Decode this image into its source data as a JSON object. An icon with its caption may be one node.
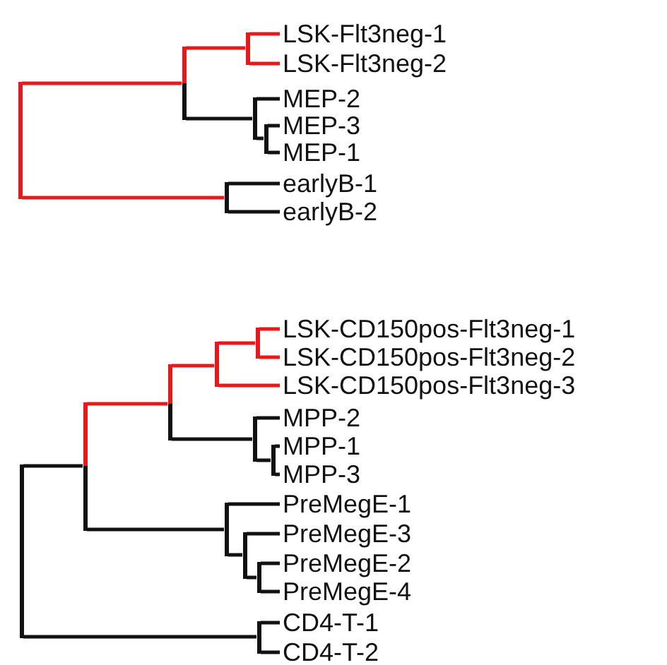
{
  "diagram": {
    "nodes": [
      {
        "text": [],
        "shape": "bar"
      },
      {
        "text": [],
        "shape": "bar"
      },
      {
        "text": [],
        "shape": "bar"
      },
      {
        "text": [
          "LSK-Flt3neg-1"
        ]
      },
      {
        "text": [
          "LSK-Flt3neg-2"
        ]
      },
      {
        "text": [],
        "shape": "bar"
      },
      {
        "text": [
          "MEP-2"
        ]
      },
      {
        "text": [],
        "shape": "bar"
      },
      {
        "text": [
          "MEP-3"
        ]
      },
      {
        "text": [
          "MEP-1"
        ]
      },
      {
        "text": [],
        "shape": "bar"
      },
      {
        "text": [
          "earlyB-1"
        ]
      },
      {
        "text": [
          "earlyB-2"
        ]
      },
      {
        "text": [],
        "shape": "bar"
      },
      {
        "text": [],
        "shape": "bar"
      },
      {
        "text": [],
        "shape": "bar"
      },
      {
        "text": [],
        "shape": "bar"
      },
      {
        "text": [],
        "shape": "bar"
      },
      {
        "text": [
          "LSK-CD150pos-Flt3neg-1"
        ]
      },
      {
        "text": [
          "LSK-CD150pos-Flt3neg-2"
        ]
      },
      {
        "text": [
          "LSK-CD150pos-Flt3neg-3"
        ]
      },
      {
        "text": [],
        "shape": "bar"
      },
      {
        "text": [
          "MPP-2"
        ]
      },
      {
        "text": [],
        "shape": "bar"
      },
      {
        "text": [
          "MPP-1"
        ]
      },
      {
        "text": [
          "MPP-3"
        ]
      },
      {
        "text": [],
        "shape": "bar"
      },
      {
        "text": [
          "PreMegE-1"
        ]
      },
      {
        "text": [],
        "shape": "bar"
      },
      {
        "text": [
          "PreMegE-3"
        ]
      },
      {
        "text": [],
        "shape": "bar"
      },
      {
        "text": [
          "PreMegE-2"
        ]
      },
      {
        "text": [
          "PreMegE-4"
        ]
      },
      {
        "text": [],
        "shape": "bar"
      },
      {
        "text": [
          "CD4-T-1"
        ]
      },
      {
        "text": [
          "CD4-T-2"
        ]
      }
    ],
    "edges": [
      {
        "from": 0,
        "to": 1,
        "arrow": "none",
        "color": "#e41a1c"
      },
      {
        "from": 0,
        "to": 10,
        "arrow": "none",
        "color": "#e41a1c"
      },
      {
        "from": 1,
        "to": 2,
        "arrow": "none",
        "color": "#e41a1c"
      },
      {
        "from": 2,
        "to": 3,
        "arrow": "none",
        "color": "#e41a1c"
      },
      {
        "from": 2,
        "to": 4,
        "arrow": "none",
        "color": "#e41a1c"
      },
      {
        "from": 1,
        "to": 5,
        "arrow": "none"
      },
      {
        "from": 5,
        "to": 6,
        "arrow": "none"
      },
      {
        "from": 5,
        "to": 7,
        "arrow": "none"
      },
      {
        "from": 7,
        "to": 8,
        "arrow": "none"
      },
      {
        "from": 7,
        "to": 9,
        "arrow": "none"
      },
      {
        "from": 10,
        "to": 11,
        "arrow": "none"
      },
      {
        "from": 10,
        "to": 12,
        "arrow": "none"
      },
      {
        "from": 13,
        "to": 14,
        "arrow": "none"
      },
      {
        "from": 13,
        "to": 33,
        "arrow": "none"
      },
      {
        "from": 14,
        "to": 15,
        "arrow": "none",
        "color": "#e41a1c"
      },
      {
        "from": 15,
        "to": 16,
        "arrow": "none",
        "color": "#e41a1c"
      },
      {
        "from": 16,
        "to": 17,
        "arrow": "none",
        "color": "#e41a1c"
      },
      {
        "from": 17,
        "to": 18,
        "arrow": "none",
        "color": "#e41a1c"
      },
      {
        "from": 17,
        "to": 19,
        "arrow": "none",
        "color": "#e41a1c"
      },
      {
        "from": 16,
        "to": 20,
        "arrow": "none",
        "color": "#e41a1c"
      },
      {
        "from": 15,
        "to": 21,
        "arrow": "none"
      },
      {
        "from": 21,
        "to": 22,
        "arrow": "none"
      },
      {
        "from": 21,
        "to": 23,
        "arrow": "none"
      },
      {
        "from": 23,
        "to": 24,
        "arrow": "none"
      },
      {
        "from": 23,
        "to": 25,
        "arrow": "none"
      },
      {
        "from": 14,
        "to": 26,
        "arrow": "none"
      },
      {
        "from": 26,
        "to": 27,
        "arrow": "none"
      },
      {
        "from": 26,
        "to": 28,
        "arrow": "none"
      },
      {
        "from": 28,
        "to": 29,
        "arrow": "none"
      },
      {
        "from": 28,
        "to": 30,
        "arrow": "none"
      },
      {
        "from": 30,
        "to": 31,
        "arrow": "none"
      },
      {
        "from": 30,
        "to": 32,
        "arrow": "none"
      },
      {
        "from": 33,
        "to": 34,
        "arrow": "none"
      },
      {
        "from": 33,
        "to": 35,
        "arrow": "none"
      }
    ]
  }
}
